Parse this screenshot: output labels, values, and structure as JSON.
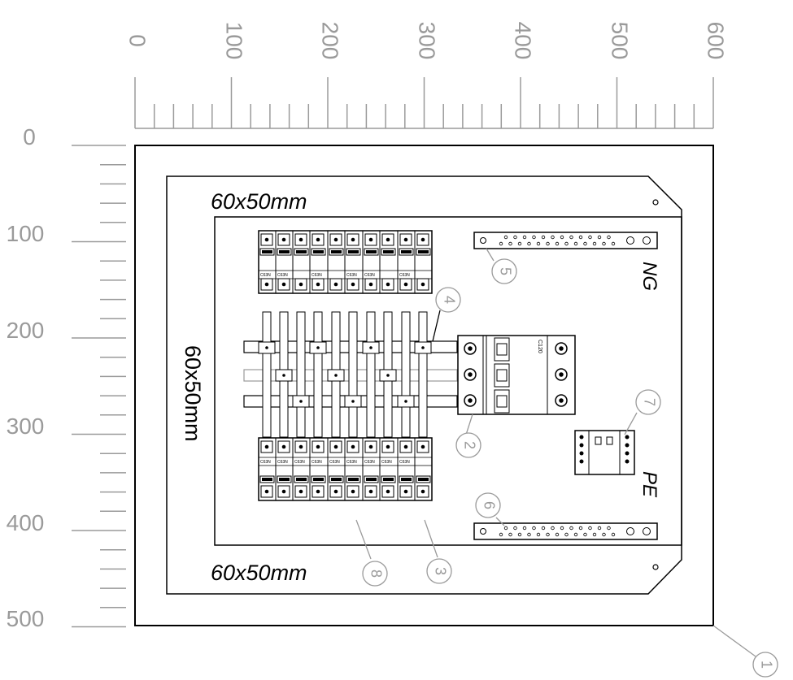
{
  "ruler_top": {
    "ticks": [
      "0",
      "100",
      "200",
      "300",
      "400",
      "500",
      "600"
    ]
  },
  "ruler_left": {
    "ticks": [
      "0",
      "100",
      "200",
      "300",
      "400",
      "500"
    ]
  },
  "labels": {
    "dim_top": "60x50mm",
    "dim_bottom": "60x50mm",
    "dim_left": "60x50mm",
    "ng": "NG",
    "pe": "PE",
    "main_breaker_rating": "C120"
  },
  "callouts": [
    "1",
    "2",
    "3",
    "4",
    "5",
    "6",
    "7",
    "8"
  ],
  "breaker_ratings_top": [
    "C63N",
    "C63N",
    "C63N",
    "C63N",
    "C63N",
    "C63N"
  ],
  "breaker_ratings_bottom": [
    "C63N",
    "C63N",
    "C63N",
    "C63N",
    "C63N",
    "C63N",
    "C63N",
    "C63N",
    "C63N"
  ],
  "colors": {
    "line": "#000000",
    "ruler": "#9a9a9a"
  }
}
